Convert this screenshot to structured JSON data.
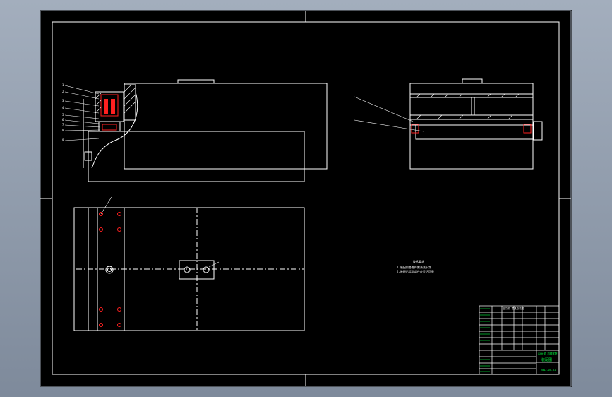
{
  "drawing": {
    "note_title": "技术要求",
    "note_lines": [
      "1.装配前各零件需清洗干净",
      "2.装配后运动部件应灵活可靠"
    ],
    "title_block": {
      "part_name": "压力机 模具总装图",
      "drawing_no": "装配图",
      "school": "XX大学 机械学院",
      "date": "2012-05-01"
    },
    "callouts": [
      "1",
      "2",
      "3",
      "4",
      "5",
      "6",
      "7",
      "8",
      "9"
    ],
    "colors": {
      "background": "#000000",
      "lines": "#ffffff",
      "accent_red": "#ff2020",
      "accent_green": "#00ff40",
      "frame_gray": "#9aa4b2"
    }
  }
}
